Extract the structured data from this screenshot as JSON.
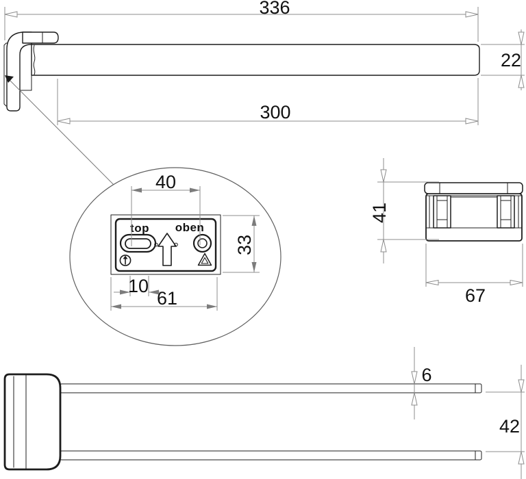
{
  "drawing": {
    "background": "#ffffff",
    "object_line_color": "#1c1c1c",
    "dimension_line_color": "#8c8c8c",
    "text_color": "#111111",
    "labels": {
      "top": "top",
      "oben": "oben"
    },
    "dimensions": {
      "overall_length": "336",
      "bar_height": "22",
      "bar_length": "300",
      "hole_spacing": "40",
      "plate_height": "33",
      "slot_offset": "10",
      "plate_width": "61",
      "bracket_height": "41",
      "bracket_width": "67",
      "bar_thickness": "6",
      "bar_gap": "42"
    },
    "icons": {
      "up_arrow": "molded up-arrow mark",
      "circled_arrow": "circled up-arrow mark",
      "recycling_triangle": "recycling triangle mark"
    }
  }
}
